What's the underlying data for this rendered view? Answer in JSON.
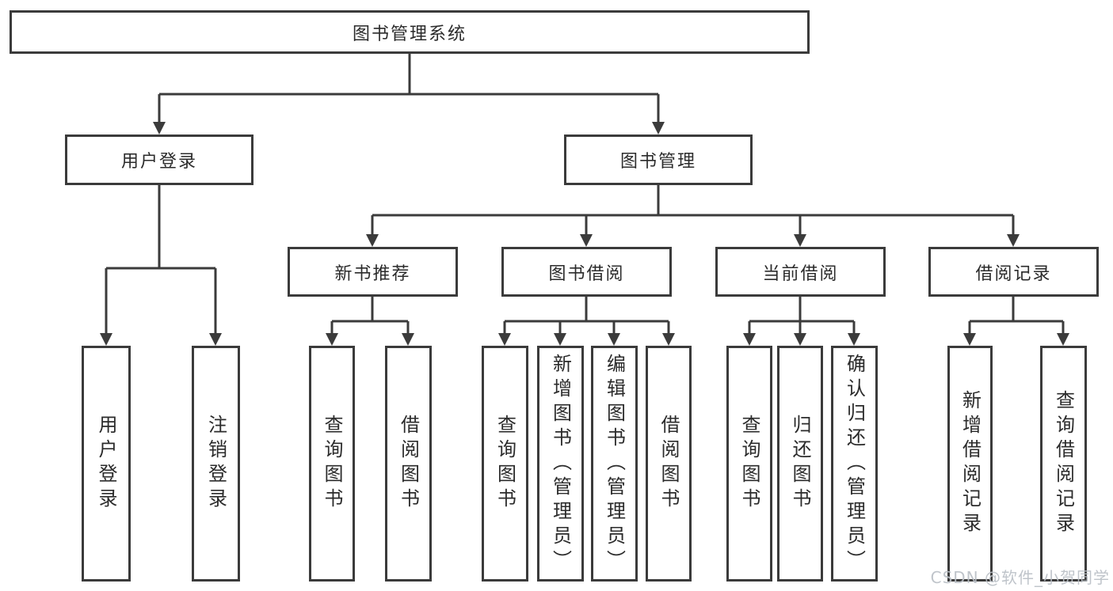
{
  "diagram": {
    "root": {
      "label": "图书管理系统"
    },
    "branches": [
      {
        "label": "用户登录",
        "children": [
          {
            "label": "用户登录"
          },
          {
            "label": "注销登录"
          }
        ]
      },
      {
        "label": "图书管理",
        "children": [
          {
            "label": "新书推荐",
            "children": [
              {
                "label": "查询图书"
              },
              {
                "label": "借阅图书"
              }
            ]
          },
          {
            "label": "图书借阅",
            "children": [
              {
                "label": "查询图书"
              },
              {
                "label": "新增图书（管理员）"
              },
              {
                "label": "编辑图书（管理员）"
              },
              {
                "label": "借阅图书"
              }
            ]
          },
          {
            "label": "当前借阅",
            "children": [
              {
                "label": "查询图书"
              },
              {
                "label": "归还图书"
              },
              {
                "label": "确认归还（管理员）"
              }
            ]
          },
          {
            "label": "借阅记录",
            "children": [
              {
                "label": "新增借阅记录"
              },
              {
                "label": "查询借阅记录"
              }
            ]
          }
        ]
      }
    ]
  },
  "watermark": {
    "text": "CSDN @软件_小贺同学",
    "color": "#babfc5"
  },
  "colors": {
    "background": "#ffffff",
    "line": "#3b3b3b",
    "box_border": "#3b3b3b",
    "text": "#2b2b2b"
  }
}
